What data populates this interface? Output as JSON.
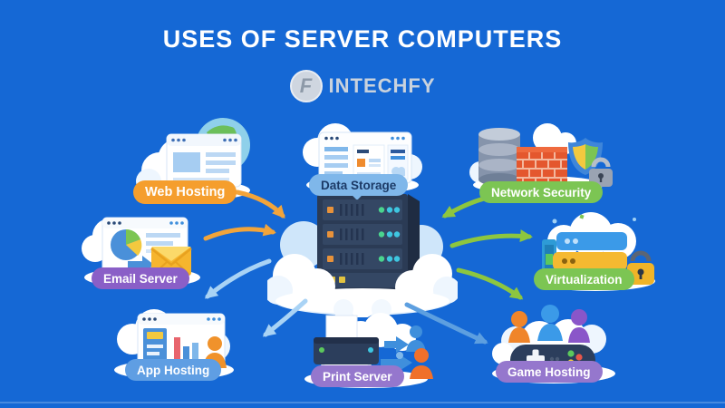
{
  "title": "USES OF SERVER COMPUTERS",
  "brand": {
    "name": "INTECHFY",
    "logo_letter": "F"
  },
  "center": {
    "id": "server",
    "icon": "server-rack-icon"
  },
  "nodes": [
    {
      "id": "web-hosting",
      "label": "Web Hosting",
      "pill_color": "#F59E2D",
      "text_color": "#FFFFFF",
      "icon": "globe-browser-icon"
    },
    {
      "id": "data-storage",
      "label": "Data Storage",
      "pill_color": "#7FB7EA",
      "text_color": "#1C3A66",
      "icon": "storage-dashboard-icon"
    },
    {
      "id": "network-security",
      "label": "Network Security",
      "pill_color": "#7CC553",
      "text_color": "#FFFFFF",
      "icon": "firewall-shield-lock-icon"
    },
    {
      "id": "email-server",
      "label": "Email Server",
      "pill_color": "#8A5FC7",
      "text_color": "#FFFFFF",
      "icon": "mail-window-icon"
    },
    {
      "id": "virtualization",
      "label": "Virtualization",
      "pill_color": "#7CC553",
      "text_color": "#FFFFFF",
      "icon": "virtual-servers-lock-icon"
    },
    {
      "id": "app-hosting",
      "label": "App Hosting",
      "pill_color": "#5F9EE3",
      "text_color": "#FFFFFF",
      "icon": "app-dashboard-user-icon"
    },
    {
      "id": "print-server",
      "label": "Print Server",
      "pill_color": "#9577CD",
      "text_color": "#FFFFFF",
      "icon": "printer-users-icon"
    },
    {
      "id": "game-hosting",
      "label": "Game Hosting",
      "pill_color": "#9577CD",
      "text_color": "#FFFFFF",
      "icon": "gamepad-players-icon"
    }
  ],
  "arrows": [
    {
      "from": "web-hosting",
      "to": "server",
      "color": "#F2A43A"
    },
    {
      "from": "email-server",
      "to": "server",
      "color": "#F2A43A"
    },
    {
      "from": "network-security",
      "to": "server",
      "color": "#8DC63F"
    },
    {
      "from": "server",
      "to": "virtualization",
      "color": "#8DC63F"
    },
    {
      "from": "server",
      "to": "game-hosting",
      "color": "#8DC63F"
    },
    {
      "from": "server",
      "to": "app-hosting",
      "color": "#A9D3F5"
    },
    {
      "from": "server",
      "to": "print-server",
      "color": "#A9D3F5"
    },
    {
      "from": "server",
      "to": "game-hosting",
      "color": "#5D9FE0"
    }
  ],
  "palette": {
    "background": "#1568D5",
    "title_text": "#FFFFFF",
    "brand_text": "#C9D2DD",
    "server_body": "#2B3B55",
    "cloud": "#FFFFFF",
    "orange": "#F2A43A",
    "green": "#7CC553",
    "purple": "#8A5FC7",
    "light_blue": "#A9D3F5"
  }
}
